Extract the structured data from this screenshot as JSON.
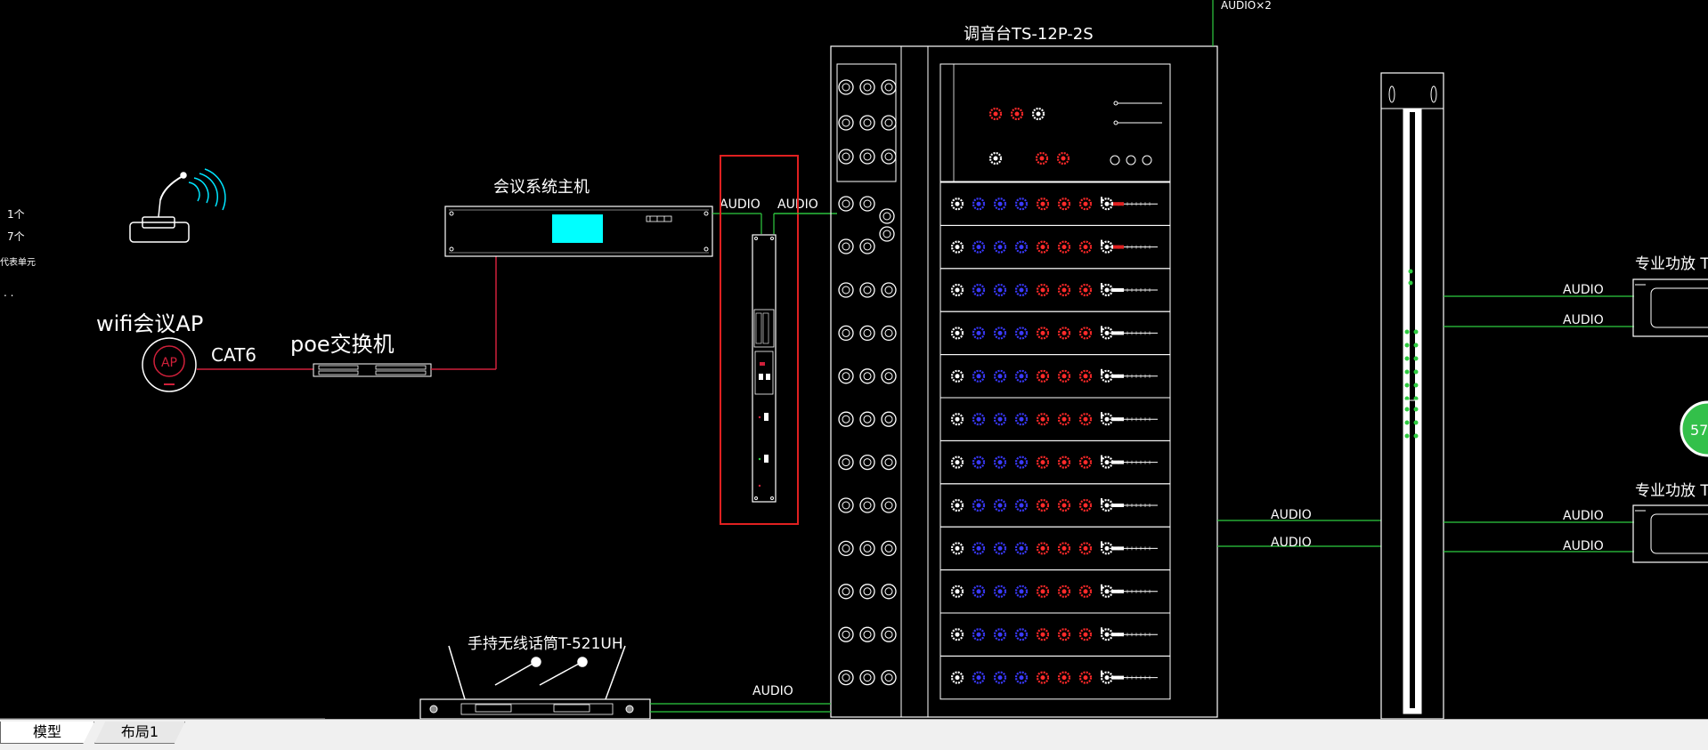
{
  "labels": {
    "mixer": "调音台TS-12P-2S",
    "conference_host": "会议系统主机",
    "wifi_ap": "wifi会议AP",
    "poe_switch": "poe交换机",
    "cat6": "CAT6",
    "wireless_mic": "手持无线话筒T-521UH",
    "amp_top": "专业功放 TS",
    "amp_bottom": "专业功放 TS",
    "audio_x2": "AUDIO×2",
    "audio": "AUDIO",
    "ap_badge": "AP",
    "left_count_1": "1个",
    "left_count_2": "7个",
    "left_unit": "代表单元",
    "left_dots": ". .",
    "badge_number": "57"
  },
  "tabs": [
    {
      "label": "模型",
      "active": true
    },
    {
      "label": "布局1",
      "active": false
    }
  ],
  "colors": {
    "background": "#000000",
    "line_white": "#ffffff",
    "signal_green": "#2ecc40",
    "cable_red": "#d0203a",
    "highlight_red": "#e02020",
    "display_cyan": "#00ffff",
    "knob_red": "#ff2a2a",
    "knob_blue": "#3a3aff",
    "badge_green": "#33c04a"
  },
  "mixer": {
    "channel_count": 12,
    "knob_pattern": [
      "white",
      "blue",
      "blue",
      "blue",
      "red",
      "red",
      "red",
      "white"
    ]
  }
}
